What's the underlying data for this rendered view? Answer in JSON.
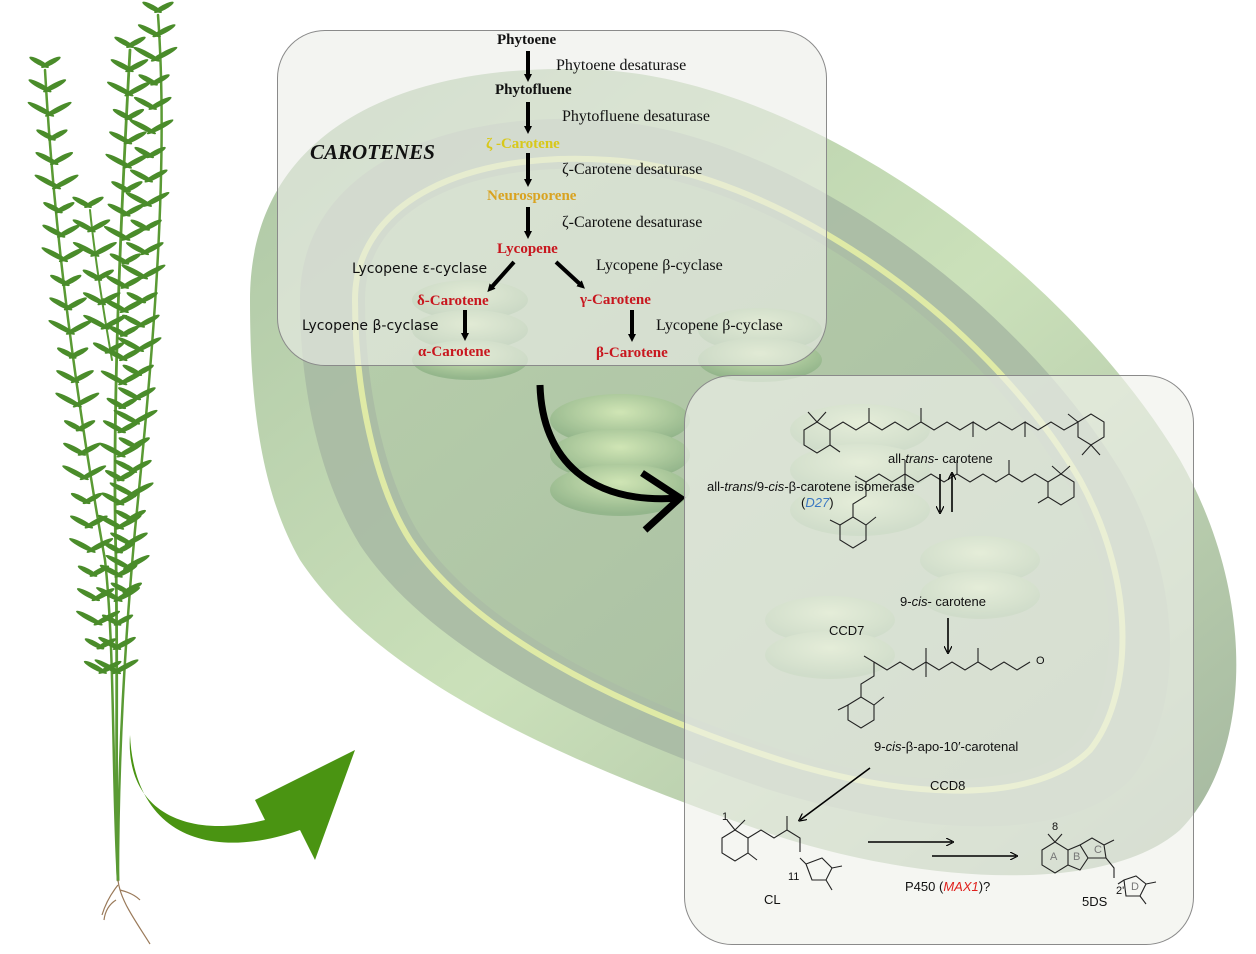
{
  "figure": {
    "plant_label": "plant",
    "organelle": "chloroplast"
  },
  "carotenes_panel": {
    "heading": "CAROTENES",
    "compounds": {
      "phytoene": {
        "label": "Phytoene",
        "color": "#111111"
      },
      "phytofluene": {
        "label": "Phytofluene",
        "color": "#111111"
      },
      "zeta_carotene": {
        "label": "ζ -Carotene",
        "color": "#d8c81a"
      },
      "neurosporene": {
        "label": "Neurosporene",
        "color": "#d9a321"
      },
      "lycopene": {
        "label": "Lycopene",
        "color": "#c8161e"
      },
      "delta_carotene": {
        "label": "δ-Carotene",
        "color": "#c8161e"
      },
      "gamma_carotene": {
        "label": "γ-Carotene",
        "color": "#c8161e"
      },
      "alpha_carotene": {
        "label": "α-Carotene",
        "color": "#c8161e"
      },
      "beta_carotene": {
        "label": "β-Carotene",
        "color": "#c8161e"
      }
    },
    "enzymes": {
      "phytoene_desaturase": "Phytoene desaturase",
      "phytofluene_desaturase": "Phytofluene desaturase",
      "zeta_desaturase_1": "ζ-Carotene desaturase",
      "zeta_desaturase_2": "ζ-Carotene desaturase",
      "lycopene_epsilon_cyclase": "Lycopene ε-cyclase",
      "lycopene_beta_cyclase_1": "Lycopene β-cyclase",
      "lycopene_beta_cyclase_2": "Lycopene β-cyclase",
      "lycopene_beta_cyclase_3": "Lycopene β-cyclase"
    }
  },
  "strigolactone_panel": {
    "all_trans": {
      "prefix": "all-",
      "italic": "trans",
      "suffix": "- carotene"
    },
    "isomerase": {
      "p1": "all-",
      "i1": "trans",
      "p2": "/9-",
      "i2": "cis",
      "p3": "-β-carotene isomerase"
    },
    "d27": {
      "open": "(",
      "gene": "D27",
      "close": ")",
      "gene_color": "#3b78c2"
    },
    "nine_cis": {
      "prefix": "9-",
      "italic": "cis",
      "suffix": "- carotene"
    },
    "ccd7": "CCD7",
    "apo": {
      "prefix": "9-",
      "italic": "cis",
      "suffix": "-β-apo-10′-carotenal"
    },
    "ccd8": "CCD8",
    "cl": "CL",
    "p450": {
      "prefix": "P450 (",
      "gene": "MAX1",
      "suffix": ")?",
      "gene_color": "#e0201c"
    },
    "fiveds": "5DS",
    "atom_labels": {
      "c1": "1",
      "c11": "11",
      "c8": "8",
      "c2p": "2'",
      "o": "O"
    },
    "ring_labels": [
      "A",
      "B",
      "C",
      "D"
    ]
  },
  "colors": {
    "plant_green": "#4a8c2a",
    "arrow_green": "#4a9412",
    "chloroplast_green": "#b8d4a8",
    "box_border": "#8a8a8a"
  }
}
